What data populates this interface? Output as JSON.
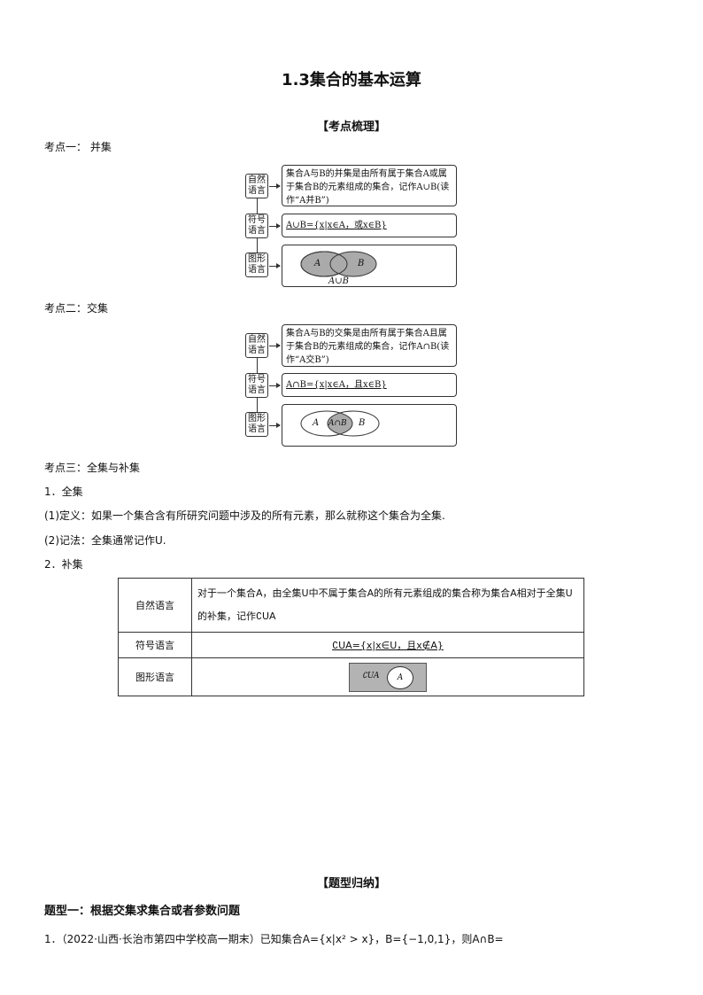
{
  "title": "1.3集合的基本运算",
  "section1": "【考点梳理】",
  "point1": "考点一：   并集",
  "point2": "考点二：交集",
  "point3": "考点三：全集与补集",
  "labels": {
    "natural": "自然语言",
    "symbol": "符号语言",
    "graphic": "图形语言",
    "n1": "自然",
    "n2": "语言",
    "s1": "符号",
    "s2": "语言",
    "g1": "图形",
    "g2": "语言"
  },
  "union": {
    "natural": "集合A与B的并集是由所有属于集合A或属于集合B的元素组成的集合，记作A∪B(读作“A并B”)",
    "symbol": "A∪B={x|x∈A，或x∈B}",
    "venn_a": "A",
    "venn_b": "B",
    "venn_caption": "A∪B"
  },
  "intersection": {
    "natural": "集合A与B的交集是由所有属于集合A且属于集合B的元素组成的集合，记作A∩B(读作“A交B”)",
    "symbol": "A∩B={x|x∈A，且x∈B}",
    "venn_a": "A",
    "venn_mid": "A∩B",
    "venn_b": "B"
  },
  "universal": {
    "heading": "1．全集",
    "def": "(1)定义：如果一个集合含有所研究问题中涉及的所有元素，那么就称这个集合为全集.",
    "notation": "(2)记法：全集通常记作U."
  },
  "complement": {
    "heading": "2．补集",
    "natural": "对于一个集合A，由全集U中不属于集合A的所有元素组成的集合称为集合A相对于全集U的补集，记作∁UA",
    "symbol": "∁UA={x|x∈U，且x∉A}",
    "venn_out": "∁UA",
    "venn_in": "A"
  },
  "section2": "【题型归纳】",
  "type1": "题型一：根据交集求集合或者参数问题",
  "q1": "1．（2022·山西·长治市第四中学校高一期末）已知集合A={x|x² > x}，B={−1,0,1}，则A∩B="
}
